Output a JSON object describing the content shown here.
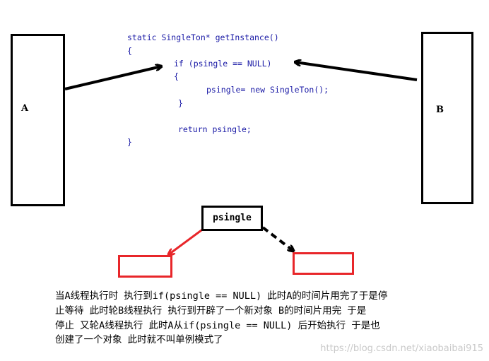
{
  "thread_a": {
    "label": "A"
  },
  "thread_b": {
    "label": "B"
  },
  "code": {
    "lines": [
      "static SingleTon* getInstance()",
      "{",
      "if (psingle == NULL)",
      "{",
      "psingle= new SingleTon();",
      "}",
      "return psingle;",
      "}"
    ]
  },
  "pointer": {
    "label": "psingle"
  },
  "caption": {
    "lines": [
      "当A线程执行时 执行到if(psingle == NULL) 此时A的时间片用完了于是停",
      "止等待 此时轮B线程执行 执行到开辟了一个新对象 B的时间片用完 于是",
      "停止 又轮A线程执行 此时A从if(psingle == NULL) 后开始执行 于是也",
      "创建了一个对象 此时就不叫单例模式了"
    ]
  },
  "watermark": "https://blog.csdn.net/xiaobaibai915",
  "colors": {
    "code_text": "#1a1aa6",
    "object_border": "#e8262a",
    "arrow_black": "#000000",
    "arrow_red": "#e8262a",
    "watermark": "#c9c9c9"
  }
}
